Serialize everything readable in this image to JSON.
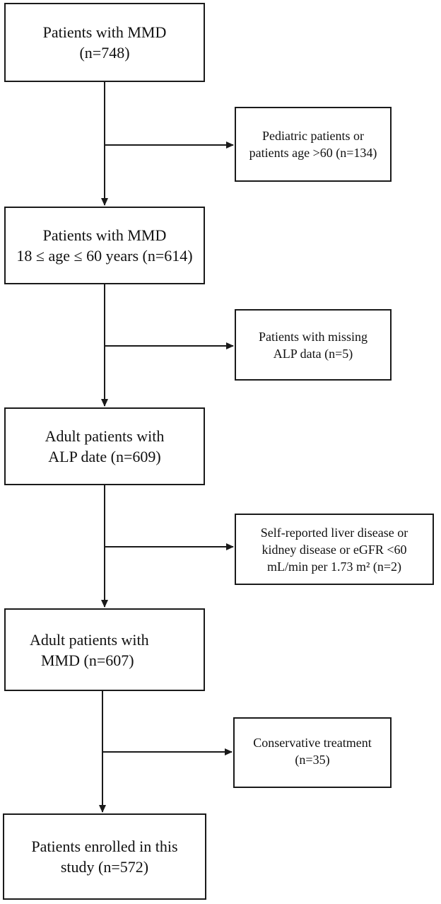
{
  "flowchart": {
    "main_boxes": [
      {
        "lines": [
          "Patients with MMD",
          "(n=748)"
        ]
      },
      {
        "lines": [
          "Patients with MMD",
          "18 ≤ age ≤ 60 years (n=614)"
        ]
      },
      {
        "lines": [
          "Adult patients with",
          "ALP date (n=609)"
        ]
      },
      {
        "lines": [
          "Adult patients with",
          "MMD (n=607)"
        ]
      },
      {
        "lines": [
          "Patients enrolled in this",
          "study (n=572)"
        ]
      }
    ],
    "exclusion_boxes": [
      {
        "lines": [
          "Pediatric patients or",
          "patients age >60 (n=134)"
        ]
      },
      {
        "lines": [
          "Patients with missing",
          "ALP data (n=5)"
        ]
      },
      {
        "lines": [
          "Self-reported liver disease or",
          "kidney disease or eGFR <60",
          "mL/min per 1.73 m² (n=2)"
        ]
      },
      {
        "lines": [
          "Conservative treatment",
          "(n=35)"
        ]
      }
    ]
  }
}
